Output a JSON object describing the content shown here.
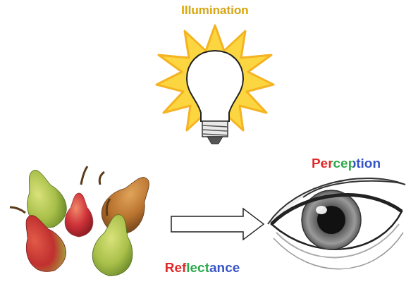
{
  "diagram": {
    "labels": [
      "Illumination",
      "Perception",
      "Reflectance"
    ]
  }
}
